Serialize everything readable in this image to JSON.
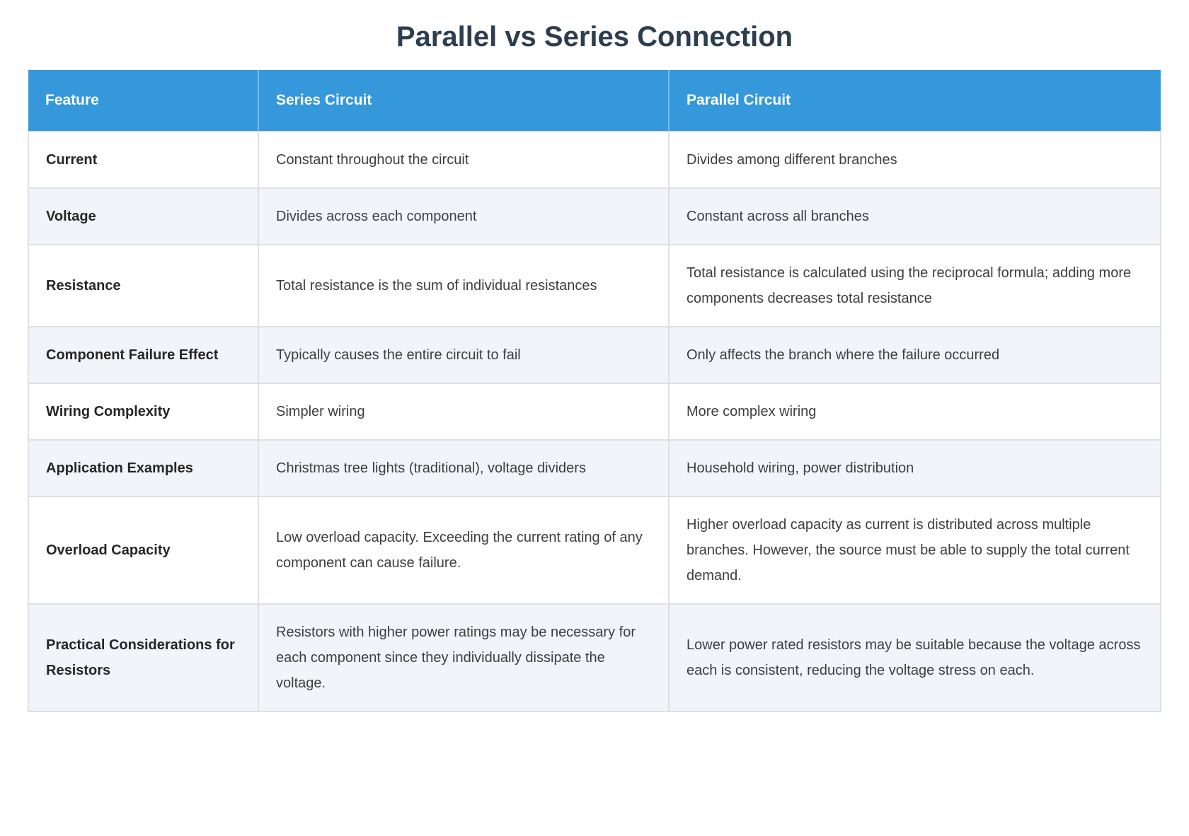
{
  "title": "Parallel vs Series Connection",
  "colors": {
    "header_bg": "#3498db",
    "header_text": "#ffffff",
    "title_text": "#2c3e50",
    "body_text": "#3e3e3e",
    "feature_text": "#262626",
    "row_bg": "#ffffff",
    "row_alt_bg": "#f1f4f9",
    "border": "#e0e0e0"
  },
  "table": {
    "columns": [
      "Feature",
      "Series Circuit",
      "Parallel Circuit"
    ],
    "rows": [
      {
        "feature": "Current",
        "series": "Constant throughout the circuit",
        "parallel": "Divides among different branches"
      },
      {
        "feature": "Voltage",
        "series": "Divides across each component",
        "parallel": "Constant across all branches"
      },
      {
        "feature": "Resistance",
        "series": "Total resistance is the sum of individual resistances",
        "parallel": "Total resistance is calculated using the reciprocal formula; adding more components decreases total resistance"
      },
      {
        "feature": "Component Failure Effect",
        "series": "Typically causes the entire circuit to fail",
        "parallel": "Only affects the branch where the failure occurred"
      },
      {
        "feature": "Wiring Complexity",
        "series": "Simpler wiring",
        "parallel": "More complex wiring"
      },
      {
        "feature": "Application Examples",
        "series": "Christmas tree lights (traditional), voltage dividers",
        "parallel": "Household wiring, power distribution"
      },
      {
        "feature": "Overload Capacity",
        "series": "Low overload capacity. Exceeding the current rating of any component can cause failure.",
        "parallel": "Higher overload capacity as current is distributed across multiple branches. However, the source must be able to supply the total current demand."
      },
      {
        "feature": "Practical Considerations for Resistors",
        "series": "Resistors with higher power ratings may be necessary for each component since they individually dissipate the voltage.",
        "parallel": "Lower power rated resistors may be suitable because the voltage across each is consistent, reducing the voltage stress on each."
      }
    ]
  }
}
